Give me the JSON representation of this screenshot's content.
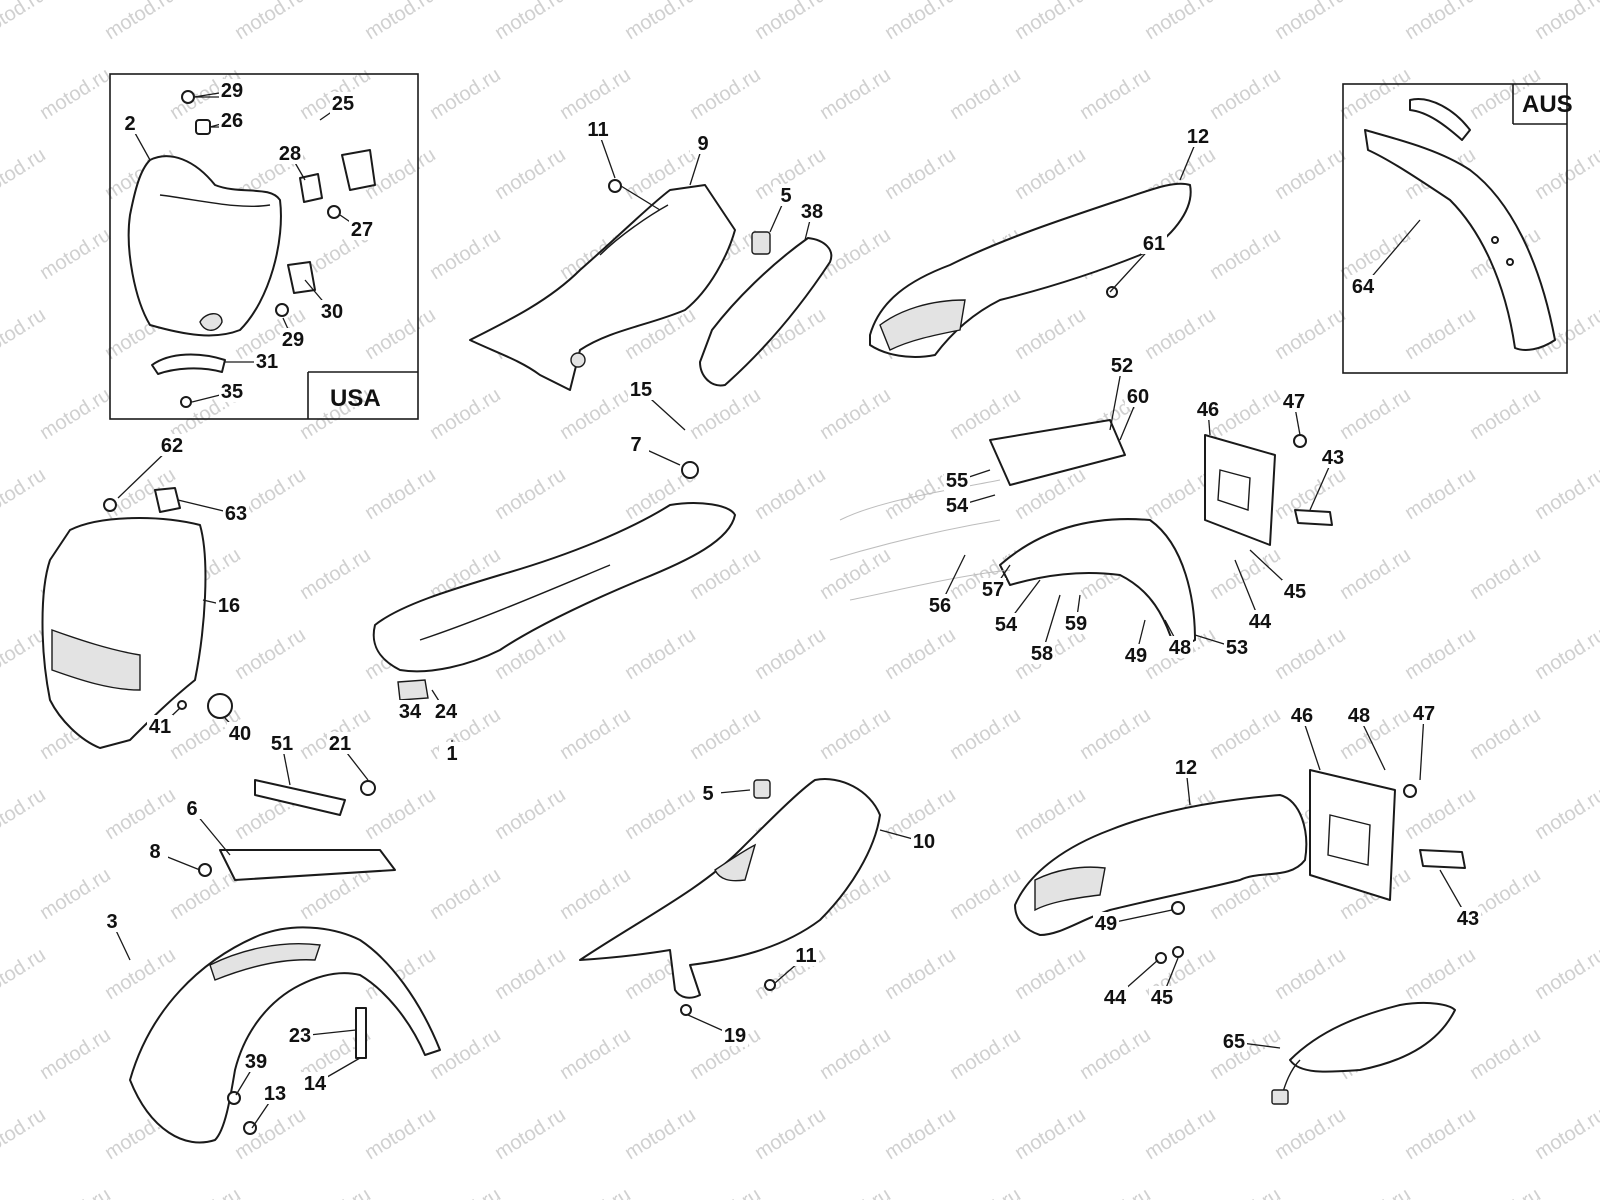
{
  "watermark": "motod.ru",
  "region_labels": {
    "usa": "USA",
    "aus": "AUS"
  },
  "callouts": [
    {
      "id": "c29a",
      "text": "29"
    },
    {
      "id": "c26",
      "text": "26"
    },
    {
      "id": "c25",
      "text": "25"
    },
    {
      "id": "c2",
      "text": "2"
    },
    {
      "id": "c28",
      "text": "28"
    },
    {
      "id": "c27",
      "text": "27"
    },
    {
      "id": "c30",
      "text": "30"
    },
    {
      "id": "c29b",
      "text": "29"
    },
    {
      "id": "c31",
      "text": "31"
    },
    {
      "id": "c35",
      "text": "35"
    },
    {
      "id": "c11a",
      "text": "11"
    },
    {
      "id": "c9",
      "text": "9"
    },
    {
      "id": "c5a",
      "text": "5"
    },
    {
      "id": "c38",
      "text": "38"
    },
    {
      "id": "c12a",
      "text": "12"
    },
    {
      "id": "c61",
      "text": "61"
    },
    {
      "id": "c64",
      "text": "64"
    },
    {
      "id": "c62",
      "text": "62"
    },
    {
      "id": "c63",
      "text": "63"
    },
    {
      "id": "c16",
      "text": "16"
    },
    {
      "id": "c15",
      "text": "15"
    },
    {
      "id": "c7",
      "text": "7"
    },
    {
      "id": "c52",
      "text": "52"
    },
    {
      "id": "c60",
      "text": "60"
    },
    {
      "id": "c46a",
      "text": "46"
    },
    {
      "id": "c47a",
      "text": "47"
    },
    {
      "id": "c43a",
      "text": "43"
    },
    {
      "id": "c55",
      "text": "55"
    },
    {
      "id": "c54a",
      "text": "54"
    },
    {
      "id": "c56",
      "text": "56"
    },
    {
      "id": "c57",
      "text": "57"
    },
    {
      "id": "c54b",
      "text": "54"
    },
    {
      "id": "c58",
      "text": "58"
    },
    {
      "id": "c59",
      "text": "59"
    },
    {
      "id": "c49a",
      "text": "49"
    },
    {
      "id": "c48a",
      "text": "48"
    },
    {
      "id": "c53",
      "text": "53"
    },
    {
      "id": "c44a",
      "text": "44"
    },
    {
      "id": "c45a",
      "text": "45"
    },
    {
      "id": "c41",
      "text": "41"
    },
    {
      "id": "c40",
      "text": "40"
    },
    {
      "id": "c34",
      "text": "34"
    },
    {
      "id": "c24",
      "text": "24"
    },
    {
      "id": "c1",
      "text": "1"
    },
    {
      "id": "c51",
      "text": "51"
    },
    {
      "id": "c21",
      "text": "21"
    },
    {
      "id": "c6",
      "text": "6"
    },
    {
      "id": "c8",
      "text": "8"
    },
    {
      "id": "c3",
      "text": "3"
    },
    {
      "id": "c23",
      "text": "23"
    },
    {
      "id": "c14",
      "text": "14"
    },
    {
      "id": "c39",
      "text": "39"
    },
    {
      "id": "c13",
      "text": "13"
    },
    {
      "id": "c5b",
      "text": "5"
    },
    {
      "id": "c10",
      "text": "10"
    },
    {
      "id": "c11b",
      "text": "11"
    },
    {
      "id": "c19",
      "text": "19"
    },
    {
      "id": "c12b",
      "text": "12"
    },
    {
      "id": "c46b",
      "text": "46"
    },
    {
      "id": "c48b",
      "text": "48"
    },
    {
      "id": "c47b",
      "text": "47"
    },
    {
      "id": "c43b",
      "text": "43"
    },
    {
      "id": "c49b",
      "text": "49"
    },
    {
      "id": "c44b",
      "text": "44"
    },
    {
      "id": "c45b",
      "text": "45"
    },
    {
      "id": "c65",
      "text": "65"
    }
  ]
}
